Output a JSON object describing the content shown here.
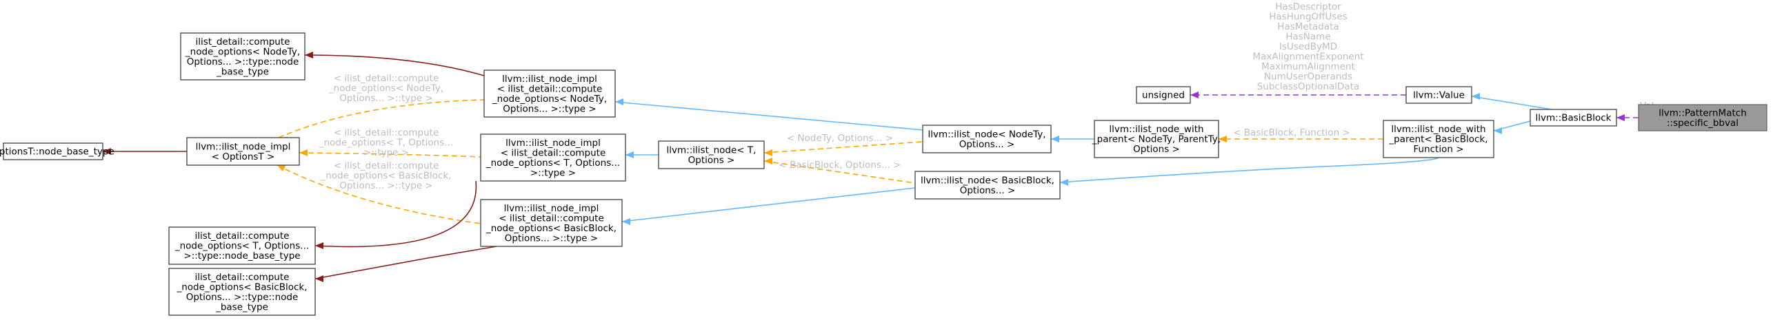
{
  "nodes": [
    {
      "id": "specific_bbval",
      "lines": [
        "llvm::PatternMatch",
        "::specific_bbval"
      ]
    },
    {
      "id": "basicblock",
      "lines": [
        "llvm::BasicBlock"
      ]
    },
    {
      "id": "value",
      "lines": [
        "llvm::Value"
      ]
    },
    {
      "id": "unsigned",
      "lines": [
        "unsigned"
      ]
    },
    {
      "id": "with_parent_bb",
      "lines": [
        "llvm::ilist_node_with",
        "_parent< BasicBlock,",
        "Function >"
      ]
    },
    {
      "id": "with_parent_node",
      "lines": [
        "llvm::ilist_node_with",
        "_parent< NodeTy, ParentTy,",
        "Options >"
      ]
    },
    {
      "id": "ilist_node_nodety",
      "lines": [
        "llvm::ilist_node< NodeTy,",
        "Options... >"
      ]
    },
    {
      "id": "ilist_node_bb",
      "lines": [
        "llvm::ilist_node< BasicBlock,",
        "Options... >"
      ]
    },
    {
      "id": "ilist_node_t",
      "lines": [
        "llvm::ilist_node< T,",
        "Options >"
      ]
    },
    {
      "id": "impl_nodety",
      "lines": [
        "llvm::ilist_node_impl",
        "< ilist_detail::compute",
        "_node_options< NodeTy,",
        "Options... >::type >"
      ]
    },
    {
      "id": "impl_t",
      "lines": [
        "llvm::ilist_node_impl",
        "< ilist_detail::compute",
        "_node_options< T, Options...",
        ">::type >"
      ]
    },
    {
      "id": "impl_bb",
      "lines": [
        "llvm::ilist_node_impl",
        "< ilist_detail::compute",
        "_node_options< BasicBlock,",
        "Options... >::type >"
      ]
    },
    {
      "id": "impl_optionst",
      "lines": [
        "llvm::ilist_node_impl",
        "< OptionsT >"
      ]
    },
    {
      "id": "optionst_base",
      "lines": [
        "OptionsT::node_base_type"
      ]
    },
    {
      "id": "cno_nodety",
      "lines": [
        "ilist_detail::compute",
        "_node_options< NodeTy,",
        "Options... >::type::node",
        "_base_type"
      ]
    },
    {
      "id": "cno_t",
      "lines": [
        "ilist_detail::compute",
        "_node_options< T, Options...",
        ">::type::node_base_type"
      ]
    },
    {
      "id": "cno_bb",
      "lines": [
        "ilist_detail::compute",
        "_node_options< BasicBlock,",
        "Options... >::type::node",
        "_base_type"
      ]
    }
  ],
  "edges": [
    {
      "id": "bb_to_specific",
      "style": "purple",
      "label_lines": [
        "Val"
      ]
    },
    {
      "id": "wpbb_to_bb",
      "style": "blue",
      "label_lines": []
    },
    {
      "id": "value_to_bb",
      "style": "blue",
      "label_lines": []
    },
    {
      "id": "unsigned_to_value",
      "style": "purple",
      "label_lines": [
        "HasDescriptor",
        "HasHungOffUses",
        "HasMetadata",
        "HasName",
        "IsUsedByMD",
        "MaxAlignmentExponent",
        "MaximumAlignment",
        "NumUserOperands",
        "SubclassOptionalData"
      ]
    },
    {
      "id": "wpnode_to_wpbb",
      "style": "orange",
      "label_lines": [
        "< BasicBlock, Function >"
      ]
    },
    {
      "id": "ilbb_to_wpbb",
      "style": "blue",
      "label_lines": []
    },
    {
      "id": "ilnodety_to_wpnode",
      "style": "blue",
      "label_lines": []
    },
    {
      "id": "ilt_to_ilnodety",
      "style": "orange",
      "label_lines": [
        "< NodeTy, Options... >"
      ]
    },
    {
      "id": "ilt_to_ilbb",
      "style": "orange",
      "label_lines": [
        "< BasicBlock, Options... >"
      ]
    },
    {
      "id": "implnodety_to_ilnodety",
      "style": "blue",
      "label_lines": []
    },
    {
      "id": "implt_to_ilt",
      "style": "blue",
      "label_lines": []
    },
    {
      "id": "implbb_to_ilbb",
      "style": "blue",
      "label_lines": []
    },
    {
      "id": "implopt_to_implnodety",
      "style": "orange",
      "label_lines": [
        "< ilist_detail::compute",
        "_node_options< NodeTy,",
        "Options... >::type >"
      ]
    },
    {
      "id": "implopt_to_implt",
      "style": "orange",
      "label_lines": [
        "< ilist_detail::compute",
        "_node_options< T, Options...",
        ">::type >"
      ]
    },
    {
      "id": "implopt_to_implbb",
      "style": "orange",
      "label_lines": [
        "< ilist_detail::compute",
        "_node_options< BasicBlock,",
        "Options... >::type >"
      ]
    },
    {
      "id": "base_to_implopt",
      "style": "red",
      "label_lines": []
    },
    {
      "id": "cnonodety_to_implnodety",
      "style": "red",
      "label_lines": []
    },
    {
      "id": "cnot_to_implt",
      "style": "red",
      "label_lines": []
    },
    {
      "id": "cnobb_to_implbb",
      "style": "red",
      "label_lines": []
    }
  ]
}
